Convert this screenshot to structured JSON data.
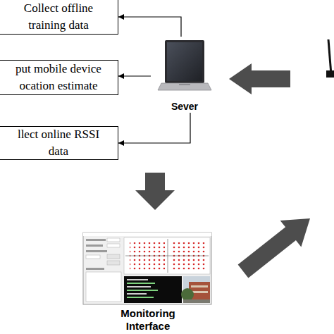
{
  "diagram": {
    "nodes": [
      {
        "text": [
          "Collect offline training data"
        ]
      },
      {
        "text": [
          "put mobile device ocation estimate"
        ]
      },
      {
        "text": [
          "llect online RSSI data"
        ]
      },
      {
        "text": [
          "Sever"
        ]
      },
      {
        "text": [
          "Monitoring Interface"
        ]
      }
    ],
    "edges": [
      {
        "from": 3,
        "to": 0,
        "arrow": "to"
      },
      {
        "from": 3,
        "to": 1,
        "arrow": "to"
      },
      {
        "from": 3,
        "to": 2,
        "arrow": "to"
      },
      {
        "from": 3,
        "to": 4,
        "arrow": "to"
      }
    ]
  }
}
